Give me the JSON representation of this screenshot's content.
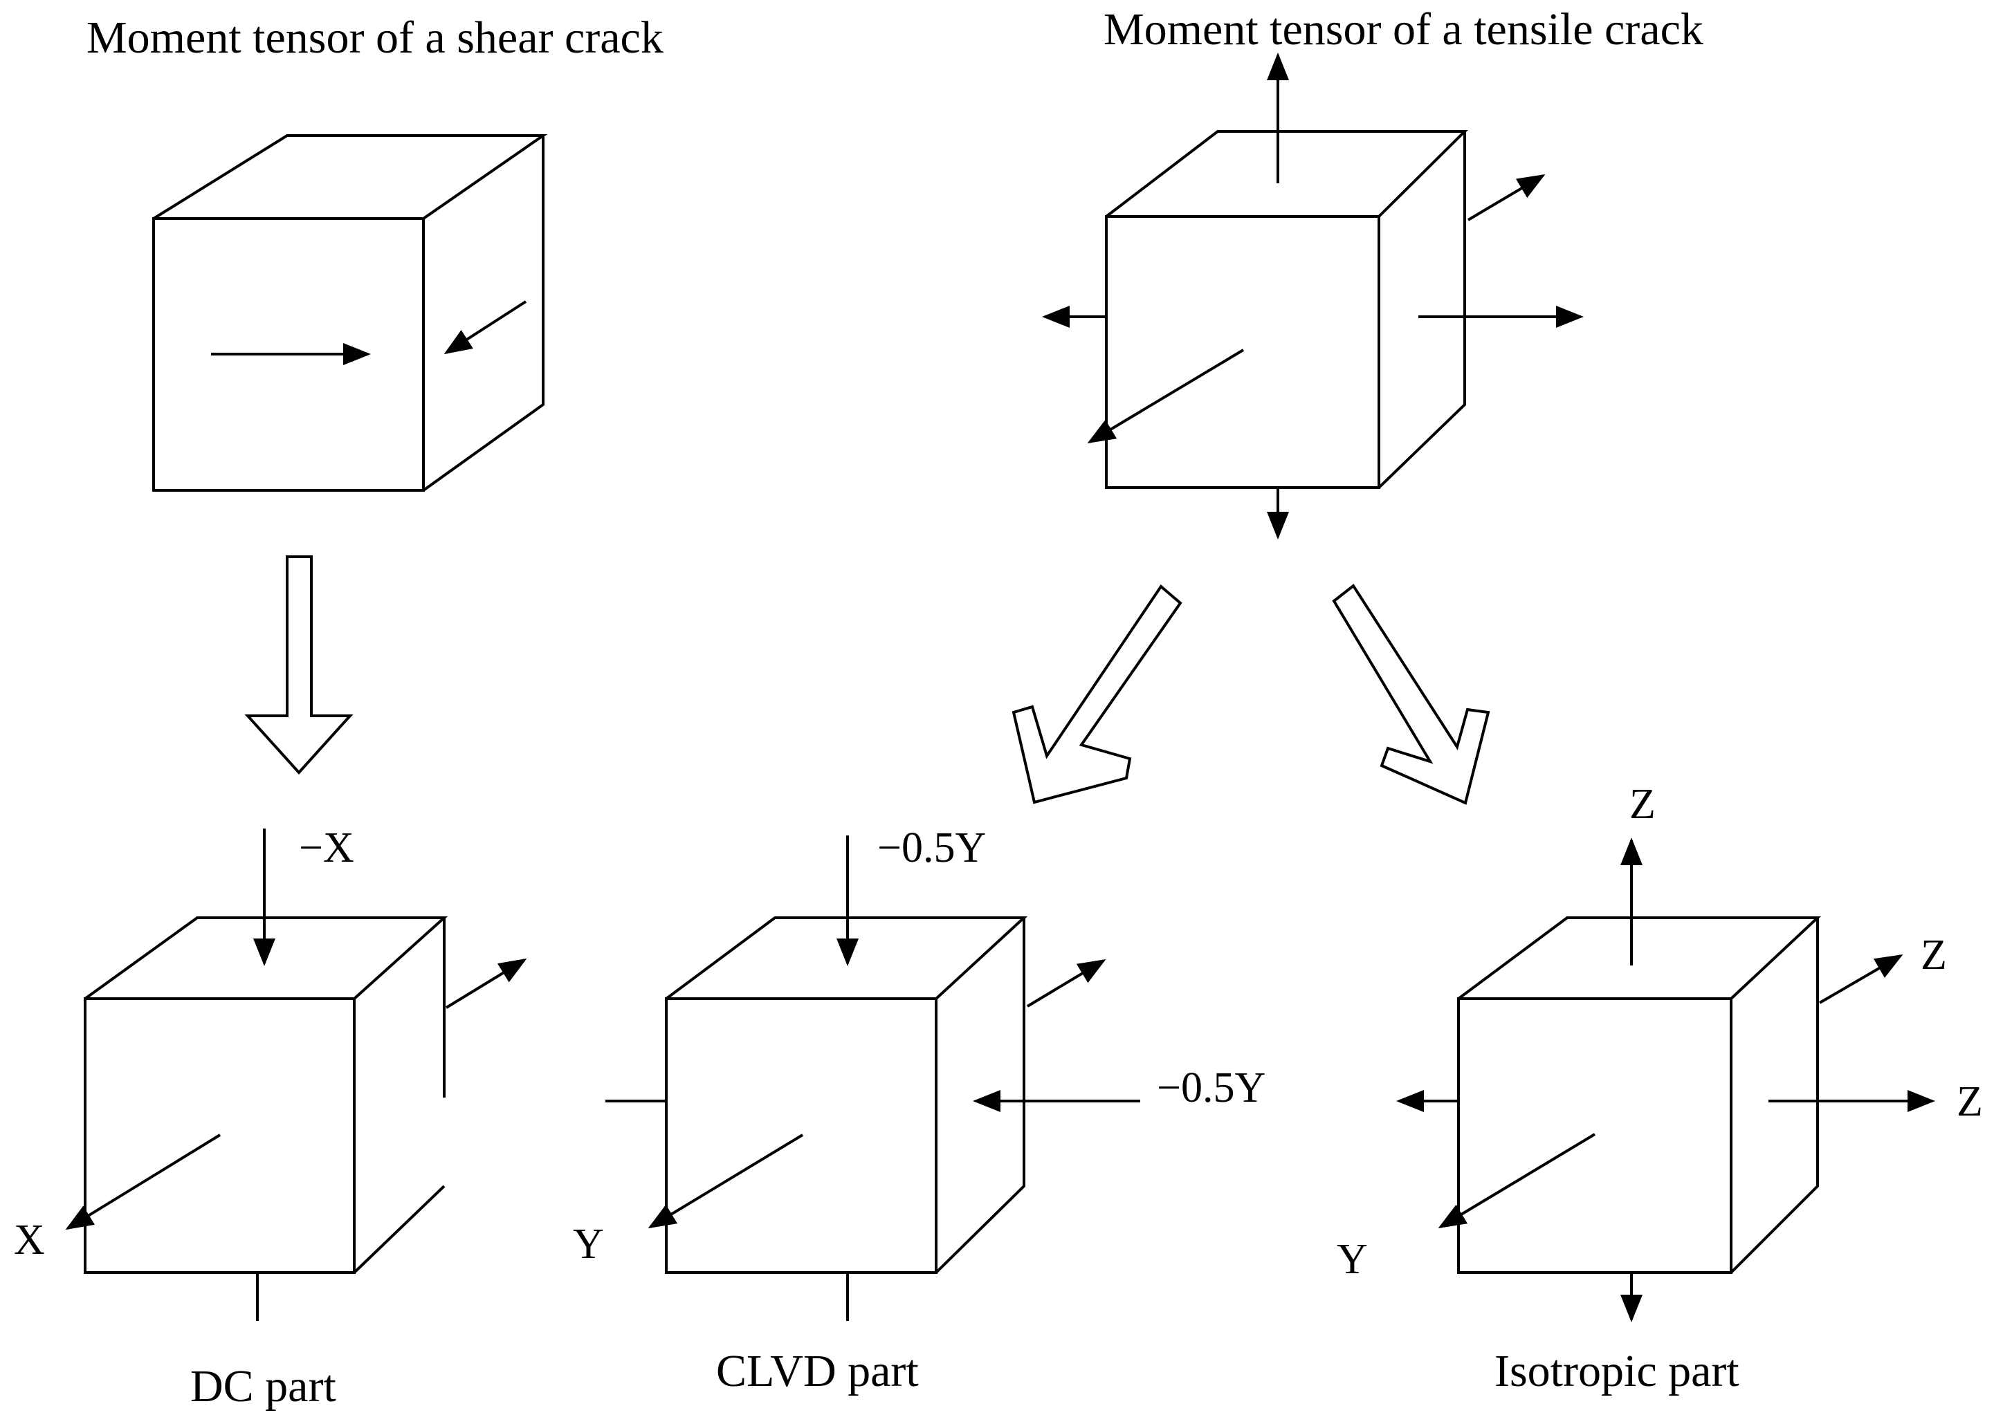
{
  "titles": {
    "shear": "Moment tensor of a shear crack",
    "tensile": "Moment tensor of a tensile crack"
  },
  "parts": {
    "dc": "DC part",
    "clvd": "CLVD part",
    "iso": "Isotropic part"
  },
  "axis_labels": {
    "dc_top": "−X",
    "dc_front": "X",
    "clvd_top": "−0.5Y",
    "clvd_right": "−0.5Y",
    "clvd_front": "Y",
    "iso_top": "Z",
    "iso_back": "Z",
    "iso_right": "Z",
    "iso_front": "Y"
  },
  "colors": {
    "stroke": "#000000",
    "background": "#ffffff"
  }
}
